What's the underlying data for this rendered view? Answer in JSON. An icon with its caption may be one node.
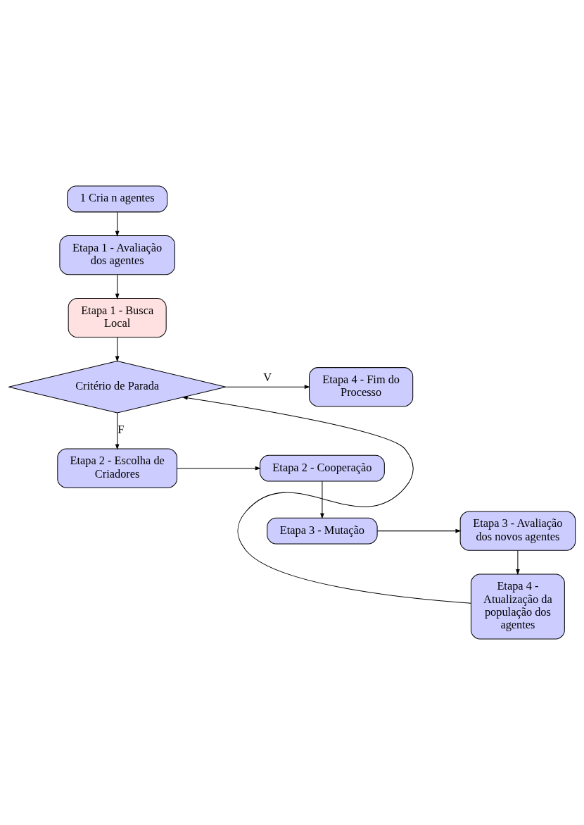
{
  "diagram": {
    "nodes": [
      {
        "text": [
          "1 Cria n agentes"
        ]
      },
      {
        "text": [
          "Etapa 1 - Avaliação dos agentes"
        ]
      },
      {
        "text": [
          "Etapa 1 - Busca Local"
        ]
      },
      {
        "text": [
          "Critério de Parada"
        ]
      },
      {
        "text": [
          "Etapa 4 - Fim do Processo"
        ]
      },
      {
        "text": [
          "Etapa 2 - Escolha de Criadores"
        ]
      },
      {
        "text": [
          "Etapa 2 - Cooperação"
        ]
      },
      {
        "text": [
          "Etapa 3 - Avaliação dos novos agentes"
        ]
      },
      {
        "text": [
          "Etapa 3 - Mutação"
        ]
      },
      {
        "text": [
          "Etapa 4 - Atualização da população dos agentes"
        ]
      }
    ],
    "edges": [
      {
        "from": 0,
        "to": 1,
        "arrow": "to"
      },
      {
        "from": 1,
        "to": 2,
        "arrow": "to"
      },
      {
        "from": 2,
        "to": 3,
        "arrow": "to"
      },
      {
        "from": 3,
        "to": 4,
        "arrow": "to",
        "label": "V"
      },
      {
        "from": 3,
        "to": 5,
        "arrow": "to",
        "label": "F"
      },
      {
        "from": 5,
        "to": 6,
        "arrow": "to"
      },
      {
        "from": 6,
        "to": 8,
        "arrow": "to"
      },
      {
        "from": 8,
        "to": 7,
        "arrow": "to"
      },
      {
        "from": 7,
        "to": 9,
        "arrow": "to"
      },
      {
        "from": 9,
        "to": 3,
        "arrow": "to"
      }
    ]
  }
}
